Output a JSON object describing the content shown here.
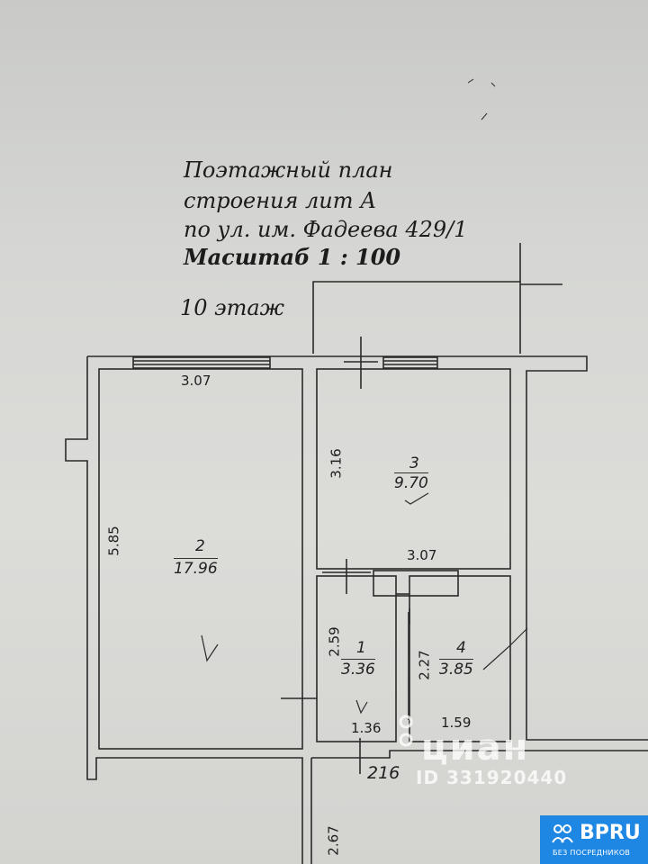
{
  "plan": {
    "title_lines": [
      "Поэтажный план",
      "строения лит А",
      "по ул. им. Фадеева 429/1",
      "Масштаб   1 : 100"
    ],
    "floor": "10  этаж",
    "dimensions": {
      "room2_width": "3.07",
      "room2_height": "5.85",
      "room3_height": "3.16",
      "room3_width": "3.07",
      "room1_height": "2.59",
      "room1_width": "1.36",
      "room4_height": "2.27",
      "room4_width": "1.59",
      "bottom_width": "216",
      "lower_height": "2.67"
    },
    "rooms": [
      {
        "number": "2",
        "area": "17.96"
      },
      {
        "number": "3",
        "area": "9.70"
      },
      {
        "number": "1",
        "area": "3.36"
      },
      {
        "number": "4",
        "area": "3.85"
      }
    ]
  },
  "watermark": {
    "name": "циан",
    "id": "ID 331920440"
  },
  "badge": {
    "name": "BPRU",
    "tagline": "БЕЗ ПОСРЕДНИКОВ",
    "color": "#1e86e3"
  },
  "colors": {
    "line": "#2a2a2a",
    "paper": "#d6d7d4"
  }
}
